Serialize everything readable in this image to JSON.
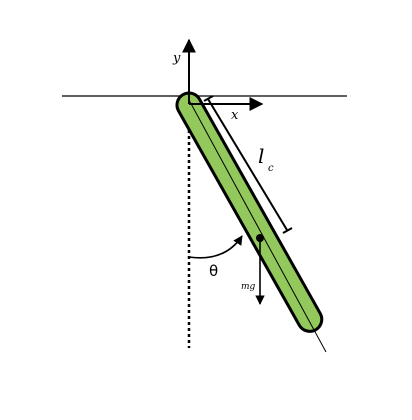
{
  "labels": {
    "y_axis": "y",
    "x_axis": "x",
    "length": "l",
    "length_sub": "c",
    "angle": "θ",
    "force": "mg"
  },
  "colors": {
    "rod_fill": "#92c85c",
    "stroke": "#000000",
    "background": "#ffffff"
  }
}
